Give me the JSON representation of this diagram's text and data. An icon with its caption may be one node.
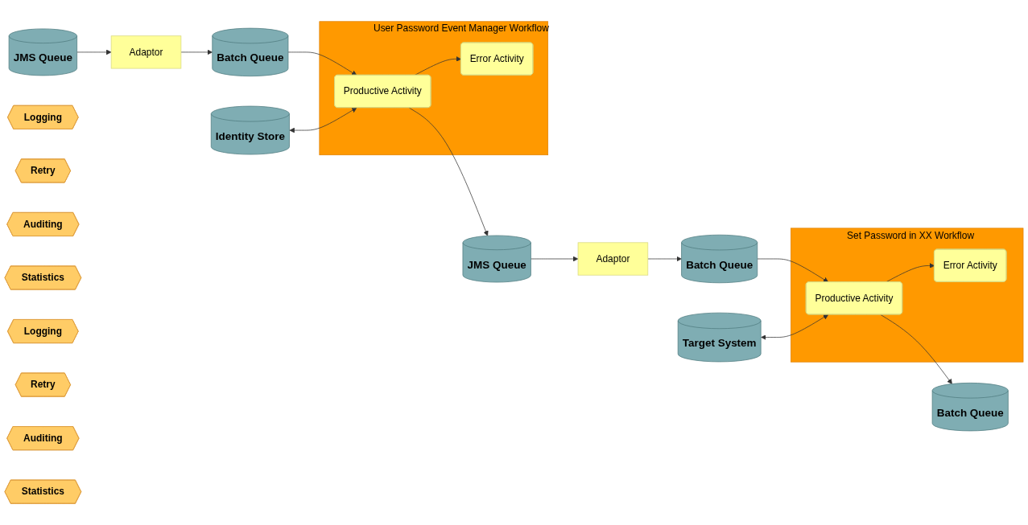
{
  "diagram": {
    "nodes": [
      {
        "text": [
          "JMS Queue"
        ]
      },
      {
        "text": [
          "Adaptor"
        ]
      },
      {
        "text": [
          "Batch Queue"
        ]
      },
      {
        "text": [
          "Identity Store"
        ]
      },
      {
        "text": [
          "User Password Event Manager Workflow"
        ]
      },
      {
        "text": [
          "Productive Activity"
        ],
        "in": 4
      },
      {
        "text": [
          "Error Activity"
        ],
        "in": 4
      },
      {
        "text": [
          "Logging"
        ]
      },
      {
        "text": [
          "Retry"
        ]
      },
      {
        "text": [
          "Auditing"
        ]
      },
      {
        "text": [
          "Statistics"
        ]
      },
      {
        "text": [
          "JMS Queue"
        ]
      },
      {
        "text": [
          "Adaptor"
        ]
      },
      {
        "text": [
          "Batch Queue"
        ]
      },
      {
        "text": [
          "Target System"
        ]
      },
      {
        "text": [
          "Set Password in XX Workflow"
        ]
      },
      {
        "text": [
          "Productive Activity"
        ],
        "in": 15
      },
      {
        "text": [
          "Error Activity"
        ],
        "in": 15
      },
      {
        "text": [
          "Logging"
        ]
      },
      {
        "text": [
          "Retry"
        ]
      },
      {
        "text": [
          "Auditing"
        ]
      },
      {
        "text": [
          "Statistics"
        ]
      },
      {
        "text": [
          "Batch Queue"
        ]
      }
    ],
    "edges": [
      {
        "from": 0,
        "to": 1,
        "arrow": "to"
      },
      {
        "from": 1,
        "to": 2,
        "arrow": "to"
      },
      {
        "from": 2,
        "to": 5,
        "arrow": "to"
      },
      {
        "from": 5,
        "to": 3,
        "arrow": "both"
      },
      {
        "from": 5,
        "to": 6,
        "arrow": "to"
      },
      {
        "from": 5,
        "to": 11,
        "arrow": "to"
      },
      {
        "from": 11,
        "to": 12,
        "arrow": "to"
      },
      {
        "from": 12,
        "to": 13,
        "arrow": "to"
      },
      {
        "from": 13,
        "to": 16,
        "arrow": "to"
      },
      {
        "from": 16,
        "to": 14,
        "arrow": "both"
      },
      {
        "from": 16,
        "to": 17,
        "arrow": "to"
      },
      {
        "from": 16,
        "to": 22,
        "arrow": "to"
      }
    ]
  }
}
